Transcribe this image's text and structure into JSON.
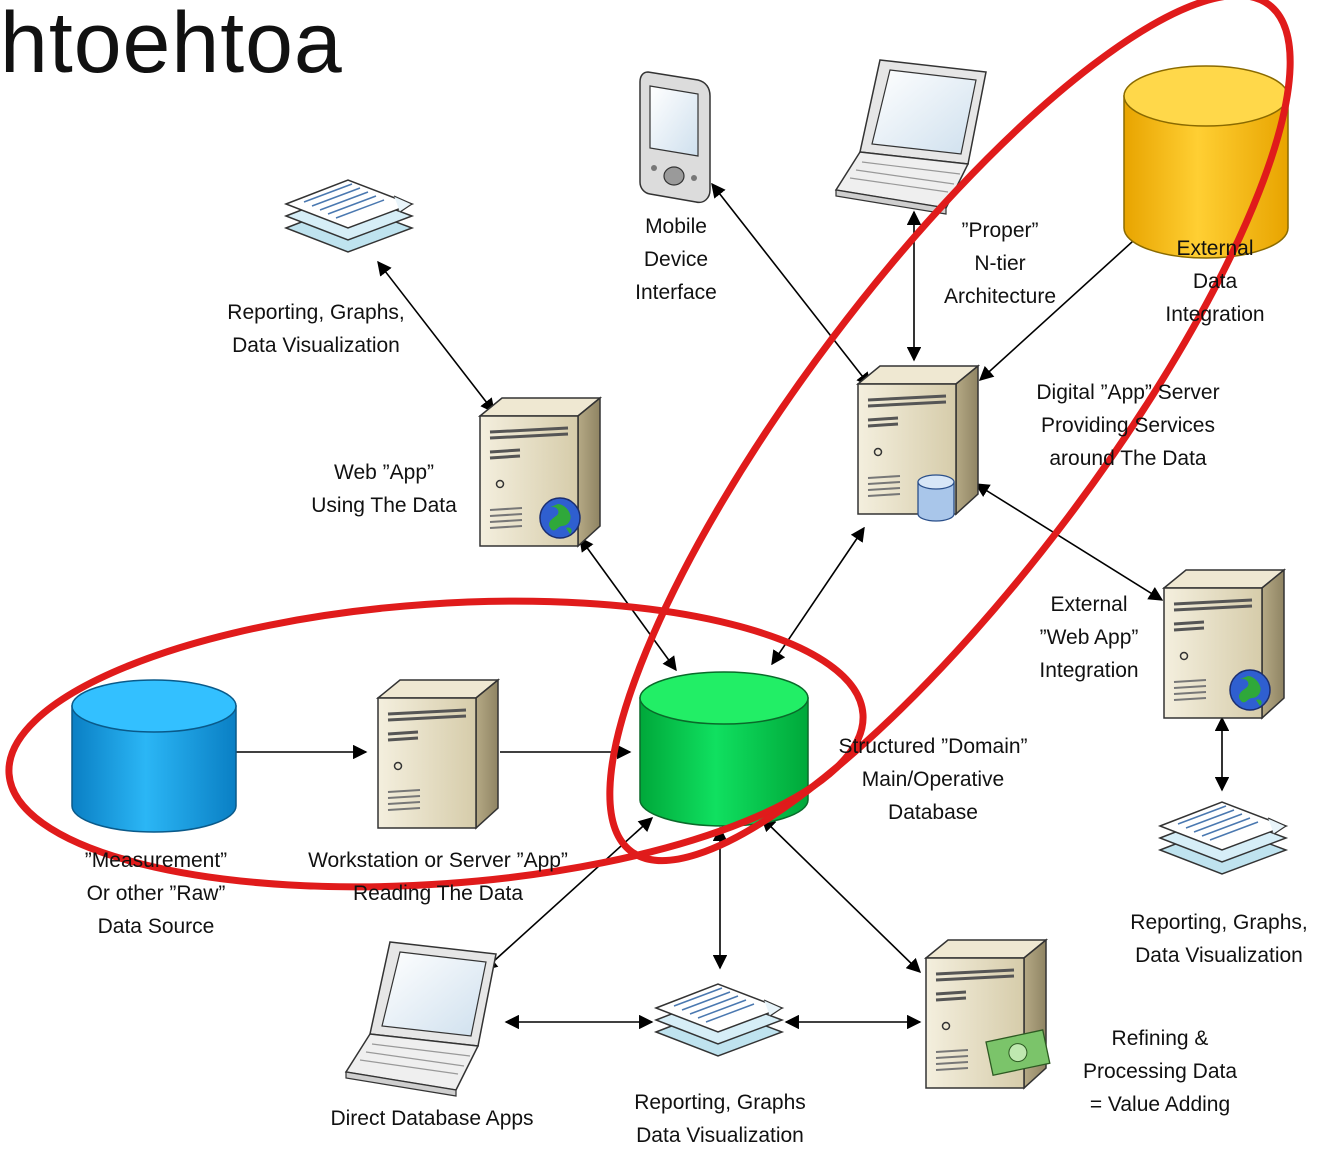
{
  "diagram": {
    "title": "htoehtoa",
    "nodes": {
      "raw_source": [
        "”Measurement”",
        "Or other ”Raw”",
        "Data Source"
      ],
      "workstation": [
        "Workstation or Server ”App”",
        "Reading The Data"
      ],
      "domain_db": [
        "Structured ”Domain”",
        "Main/Operative",
        "Database"
      ],
      "web_app": [
        "Web ”App”",
        "Using The Data"
      ],
      "reporting_top": [
        "Reporting, Graphs,",
        "Data Visualization"
      ],
      "mobile": [
        "Mobile",
        "Device",
        "Interface"
      ],
      "ntier": [
        "”Proper”",
        "N-tier",
        "Architecture"
      ],
      "external_data": [
        "External",
        "Data",
        "Integration"
      ],
      "app_server": [
        "Digital ”App” Server",
        "Providing Services",
        "around The Data"
      ],
      "external_web": [
        "External",
        "”Web App”",
        "Integration"
      ],
      "reporting_right": [
        "Reporting, Graphs,",
        "Data Visualization"
      ],
      "direct_db": [
        "Direct Database Apps"
      ],
      "reporting_bottom": [
        "Reporting, Graphs",
        "Data Visualization"
      ],
      "refining": [
        "Refining &",
        "Processing Data",
        "= Value Adding"
      ]
    },
    "colors": {
      "raw_db": "#1aa3e8",
      "domain_db": "#00cc44",
      "external_db": "#ffc000",
      "highlight": "#e01b1b",
      "server": "#e8e0c8"
    }
  }
}
